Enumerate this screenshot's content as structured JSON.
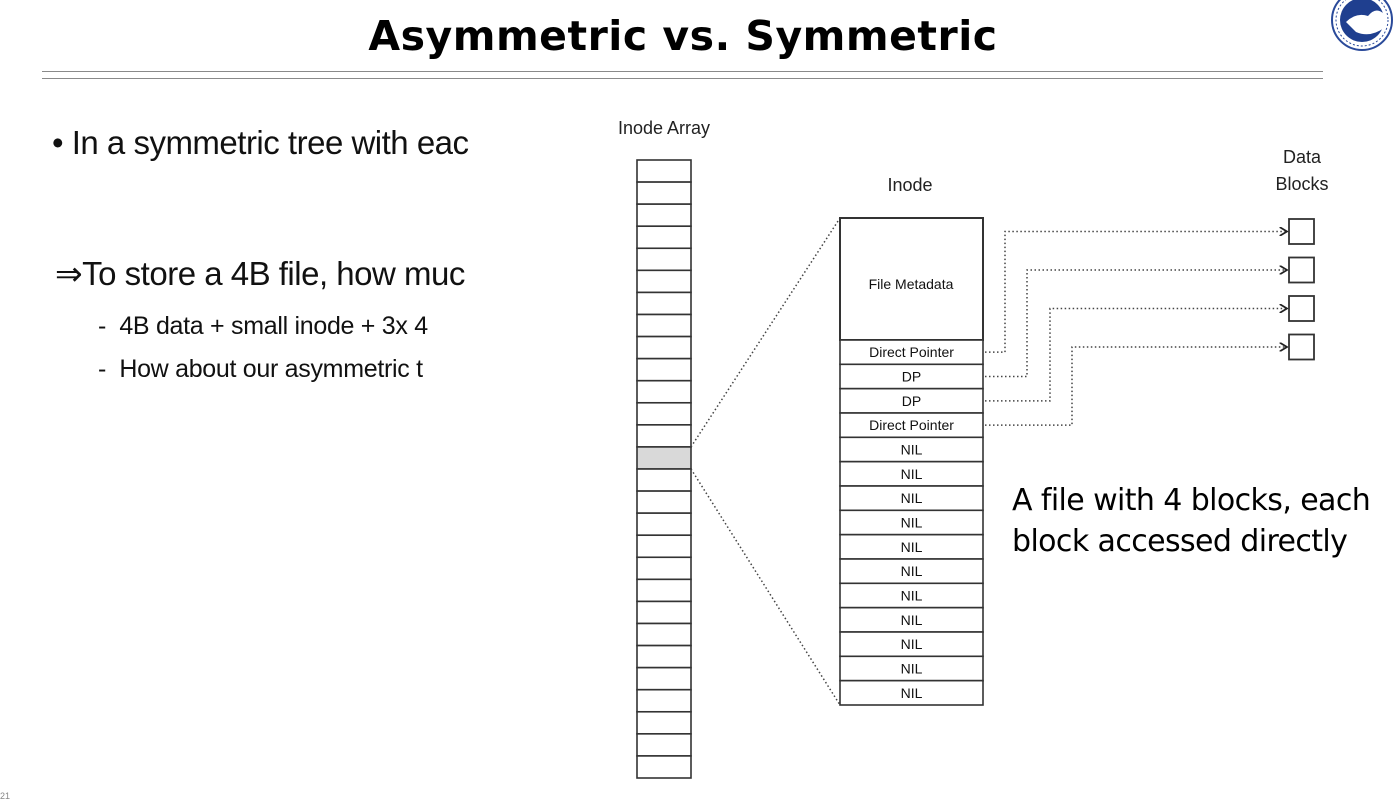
{
  "slide": {
    "title": "Asymmetric vs. Symmetric",
    "page_number": "21",
    "logo": "university-seal-icon",
    "bullets": [
      {
        "marker": "•",
        "text": "In a symmetric tree with eac"
      },
      {
        "marker": "⇒",
        "text": "To store a 4B file, how muc"
      },
      {
        "marker": "-",
        "text": "4B data + small inode + 3x 4"
      },
      {
        "marker": "-",
        "text": "How about our asymmetric t"
      }
    ]
  },
  "diagram": {
    "inode_array_label": "Inode Array",
    "inode_array_rows": 28,
    "inode_array_highlight_row": 13,
    "inode_label": "Inode",
    "data_blocks_label_line1": "Data",
    "data_blocks_label_line2": "Blocks",
    "metadata_label": "File Metadata",
    "pointer_rows": [
      "Direct Pointer",
      "DP",
      "DP",
      "Direct Pointer",
      "NIL",
      "NIL",
      "NIL",
      "NIL",
      "NIL",
      "NIL",
      "NIL",
      "NIL",
      "NIL",
      "NIL",
      "NIL"
    ],
    "data_block_count": 4,
    "colors": {
      "line": "#333333",
      "highlight": "#d9d9d9",
      "dotted": "#444444"
    }
  },
  "caption": {
    "line1": "A file with 4 blocks, each",
    "line2": "block accessed directly"
  }
}
